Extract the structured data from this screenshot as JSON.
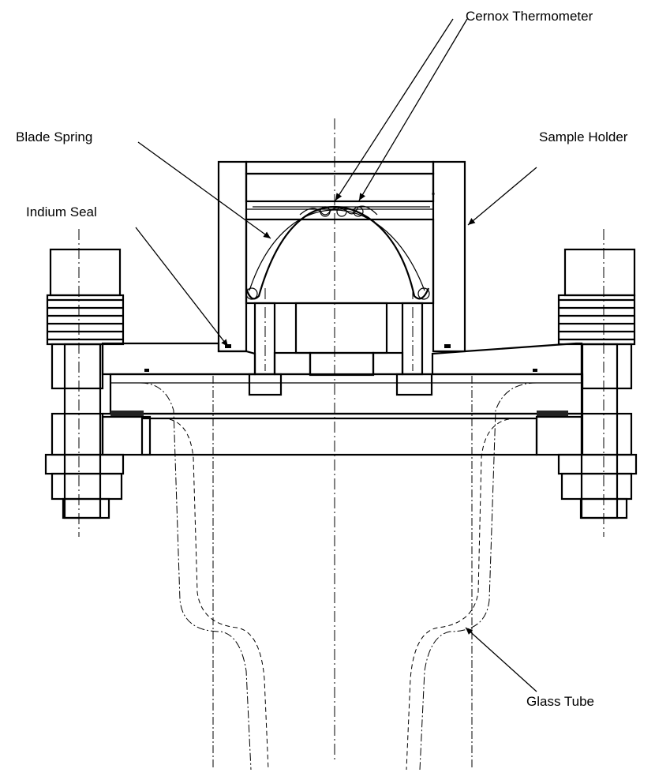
{
  "diagram": {
    "labels": {
      "cernox_thermometer": "Cernox Thermometer",
      "blade_spring": "Blade Spring",
      "sample_holder": "Sample Holder",
      "indium_seal": "Indium Seal",
      "glass_tube": "Glass Tube"
    }
  }
}
